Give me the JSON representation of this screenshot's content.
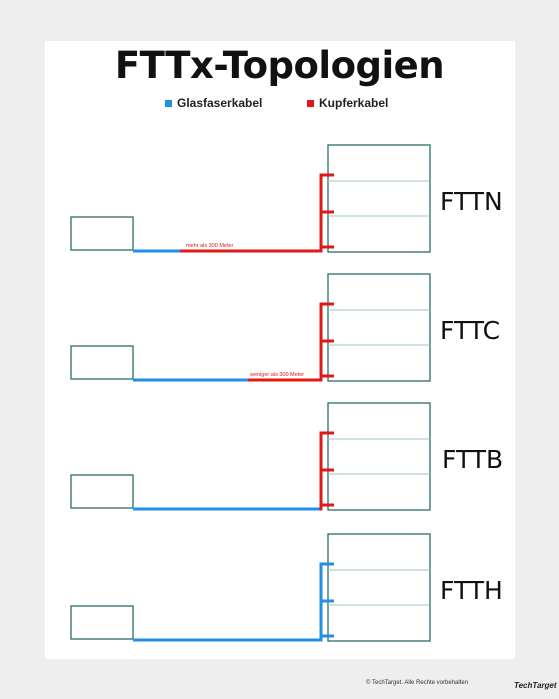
{
  "title": "FTTx-Topologien",
  "legend": {
    "fiber": {
      "label": "Glasfaserkabel",
      "color": "#1f8fe8"
    },
    "copper": {
      "label": "Kupferkabel",
      "color": "#e01818"
    }
  },
  "topologies": [
    {
      "label": "FTTN",
      "cable_note": "mehr als 300 Meter",
      "fiber_fraction": 0.25,
      "riser": "copper"
    },
    {
      "label": "FTTC",
      "cable_note": "weniger als 300 Meter",
      "fiber_fraction": 0.61,
      "riser": "copper"
    },
    {
      "label": "FTTB",
      "cable_note": "",
      "fiber_fraction": 1.0,
      "riser": "copper"
    },
    {
      "label": "FTTH",
      "cable_note": "",
      "fiber_fraction": 1.0,
      "riser": "fiber"
    }
  ],
  "colors": {
    "box_stroke": "#2a6e6a",
    "card": "#ffffff",
    "background": "#eeeeee"
  },
  "footer": {
    "copyright": "© TechTarget. Alle Rechte vorbehalten",
    "logo": "TechTarget"
  }
}
